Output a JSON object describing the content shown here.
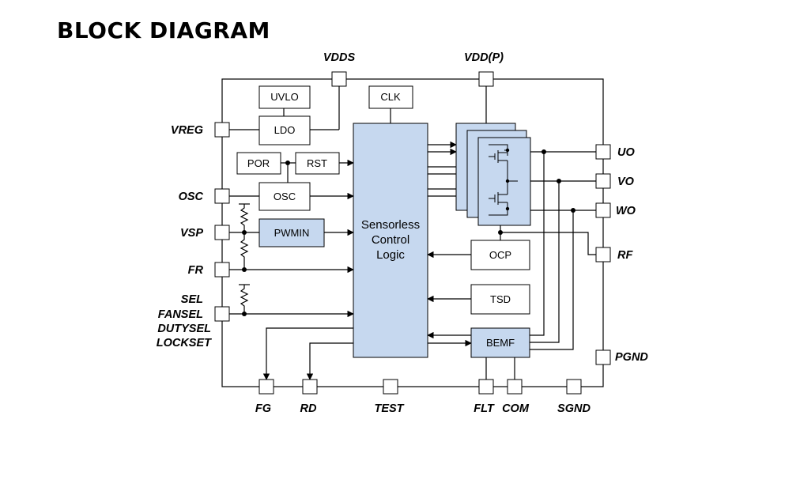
{
  "title": "BLOCK DIAGRAM",
  "blocks": {
    "uvlo": "UVLO",
    "ldo": "LDO",
    "clk": "CLK",
    "por": "POR",
    "rst": "RST",
    "osc": "OSC",
    "pwmin": "PWMIN",
    "logic_line1": "Sensorless",
    "logic_line2": "Control",
    "logic_line3": "Logic",
    "ocp": "OCP",
    "tsd": "TSD",
    "bemf": "BEMF"
  },
  "pins": {
    "vdds": "VDDS",
    "vddp": "VDD(P)",
    "vreg": "VREG",
    "osc": "OSC",
    "vsp": "VSP",
    "fr": "FR",
    "sel": "SEL",
    "fansel": "FANSEL",
    "dutysel": "DUTYSEL",
    "lockset": "LOCKSET",
    "uo": "UO",
    "vo": "VO",
    "wo": "WO",
    "rf": "RF",
    "pgnd": "PGND",
    "fg": "FG",
    "rd": "RD",
    "test": "TEST",
    "flt": "FLT",
    "com": "COM",
    "sgnd": "SGND"
  },
  "colors": {
    "block_fill": "#c6d8ef",
    "line": "#000000"
  }
}
